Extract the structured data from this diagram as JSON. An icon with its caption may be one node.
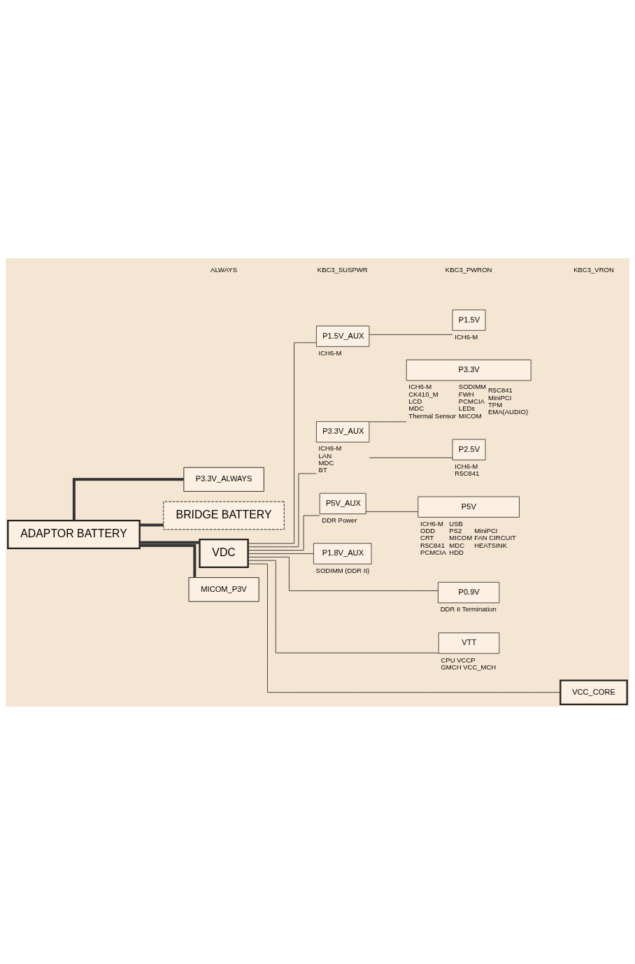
{
  "diagram": {
    "nodes": [
      {
        "text": [
          "ADAPTOR BATTERY"
        ]
      },
      {
        "text": [
          "P3.3V_ALWAYS"
        ]
      },
      {
        "text": [
          "BRIDGE BATTERY"
        ]
      },
      {
        "text": [
          "VDC"
        ]
      },
      {
        "text": [
          "MICOM_P3V"
        ]
      },
      {
        "text": [
          "P1.5V_AUX"
        ],
        "beside": [
          "ICH6-M"
        ]
      },
      {
        "text": [
          "P3.3V_AUX"
        ],
        "beside": [
          "ICH6-M",
          "LAN",
          "MDC",
          "BT"
        ]
      },
      {
        "text": [
          "P5V_AUX"
        ],
        "beside": [
          "DDR Power"
        ]
      },
      {
        "text": [
          "P1.8V_AUX"
        ],
        "beside": [
          "SODIMM (DDR II)"
        ]
      },
      {
        "text": [
          "P1.5V"
        ],
        "beside": [
          "ICH6-M"
        ]
      },
      {
        "text": [
          "P3.3V"
        ],
        "beside": [
          "ICH6-M",
          "CK410_M",
          "LCD",
          "MDC",
          "Thermal Sensor",
          "SODIMM",
          "FWH",
          "PCMCIA",
          "LEDs",
          "MICOM",
          "R5C841",
          "MiniPCI",
          "TPM",
          "EMA(AUDIO)"
        ]
      },
      {
        "text": [
          "P2.5V"
        ],
        "beside": [
          "ICH6-M",
          "R5C841"
        ]
      },
      {
        "text": [
          "P5V"
        ],
        "beside": [
          "ICH6-M",
          "ODD",
          "CRT",
          "R5C841",
          "PCMCIA",
          "USB",
          "PS2",
          "MICOM",
          "MDC",
          "HDD",
          "MiniPCI",
          "FAN CIRCUIT",
          "HEATSINK"
        ]
      },
      {
        "text": [
          "P0.9V"
        ],
        "beside": [
          "DDR II Termination"
        ]
      },
      {
        "text": [
          "VTT"
        ],
        "beside": [
          "CPU VCCP",
          "GMCH VCC_MCH"
        ]
      },
      {
        "text": [
          "VCC_CORE"
        ]
      }
    ],
    "edges": [
      {
        "from": 0,
        "to": 1,
        "arrow": "none",
        "style": "thick"
      },
      {
        "from": 0,
        "to": 2,
        "arrow": "none",
        "style": "thick"
      },
      {
        "from": 0,
        "to": 3,
        "arrow": "none",
        "style": "thick"
      },
      {
        "from": 0,
        "to": 4,
        "arrow": "none",
        "style": "thick"
      },
      {
        "from": 3,
        "to": 5,
        "arrow": "none"
      },
      {
        "from": 3,
        "to": 6,
        "arrow": "none"
      },
      {
        "from": 3,
        "to": 7,
        "arrow": "none"
      },
      {
        "from": 3,
        "to": 8,
        "arrow": "none"
      },
      {
        "from": 3,
        "to": 13,
        "arrow": "none"
      },
      {
        "from": 3,
        "to": 14,
        "arrow": "none"
      },
      {
        "from": 3,
        "to": 15,
        "arrow": "none"
      },
      {
        "from": 5,
        "to": 9,
        "arrow": "none"
      },
      {
        "from": 6,
        "to": 10,
        "arrow": "none"
      },
      {
        "from": 6,
        "to": 11,
        "arrow": "none"
      },
      {
        "from": 7,
        "to": 12,
        "arrow": "none"
      }
    ],
    "labels": [
      "ALWAYS",
      "KBC3_SUSPWR",
      "KBC3_PWRON",
      "KBC3_VRON"
    ]
  }
}
